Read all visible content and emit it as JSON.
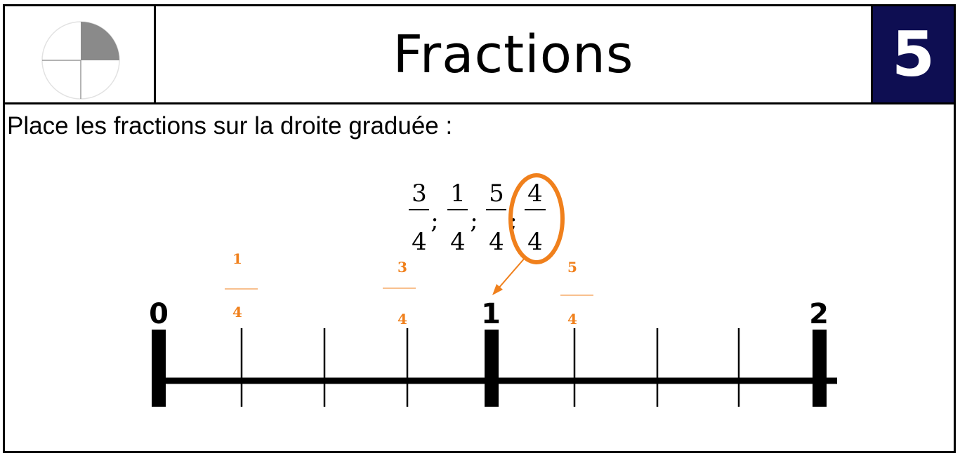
{
  "header": {
    "title": "Fractions",
    "number": "5",
    "logo_icon": "quarter-pie-icon"
  },
  "instruction": "Place les fractions sur la droite graduée :",
  "fractions_list": {
    "items": [
      {
        "numerator": "3",
        "denominator": "4"
      },
      {
        "numerator": "1",
        "denominator": "4"
      },
      {
        "numerator": "5",
        "denominator": "4"
      },
      {
        "numerator": "4",
        "denominator": "4",
        "circled": true
      }
    ],
    "separator": ";",
    "accent_color": "#f0801c"
  },
  "number_line": {
    "labels": [
      "0",
      "1",
      "2"
    ],
    "placed_answers": [
      {
        "numerator": "1",
        "denominator": "4"
      },
      {
        "numerator": "3",
        "denominator": "4"
      },
      {
        "numerator": "5",
        "denominator": "4"
      }
    ],
    "answer_color": "#f0801c"
  }
}
